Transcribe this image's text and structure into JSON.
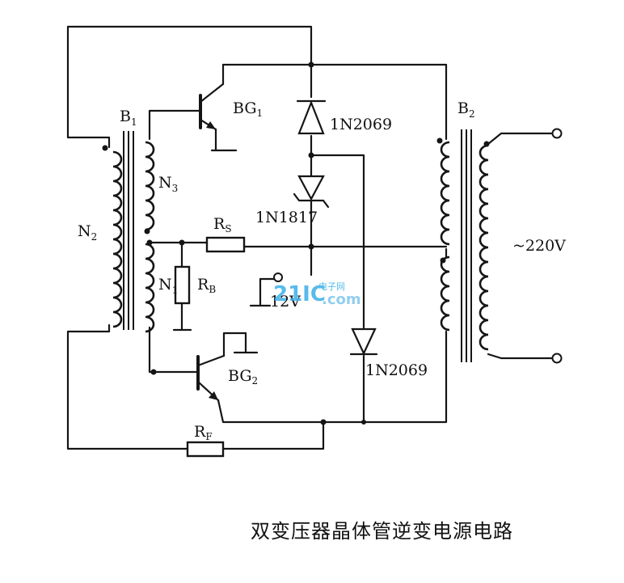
{
  "diagram": {
    "caption": "双变压器晶体管逆变电源电路",
    "transformers": {
      "b1": {
        "name": "B",
        "sub": "1"
      },
      "b2": {
        "name": "B",
        "sub": "2"
      }
    },
    "windings": {
      "n1": {
        "name": "N",
        "sub": "1"
      },
      "n2": {
        "name": "N",
        "sub": "2"
      },
      "n3": {
        "name": "N",
        "sub": "3"
      }
    },
    "transistors": {
      "bg1": {
        "name": "BG",
        "sub": "1"
      },
      "bg2": {
        "name": "BG",
        "sub": "2"
      }
    },
    "diodes": {
      "d_top": "1N2069",
      "zener": "1N1817",
      "d_bottom": "1N2069"
    },
    "resistors": {
      "rs": {
        "name": "R",
        "sub": "S"
      },
      "rb": {
        "name": "R",
        "sub": "B"
      },
      "rf": {
        "name": "R",
        "sub": "F"
      }
    },
    "supply_label": "12V",
    "output_label": "~220V"
  },
  "watermark": {
    "logo": "21IC",
    "site_cn": "电子网",
    "domain": ".com"
  }
}
